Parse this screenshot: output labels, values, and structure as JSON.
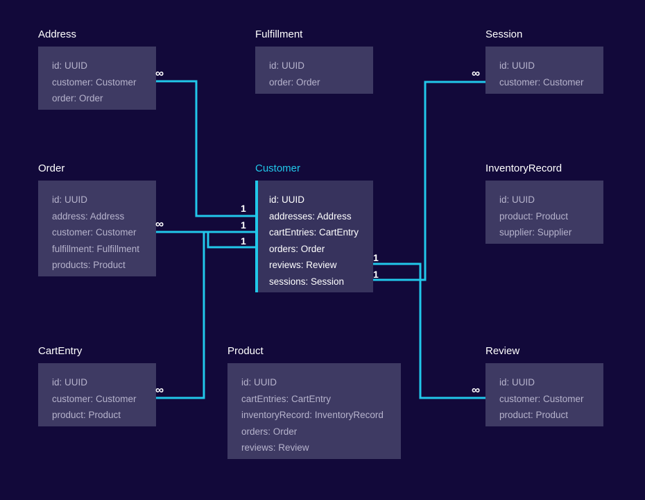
{
  "diagram": {
    "entities": {
      "address": {
        "title": "Address",
        "fields": [
          "id: UUID",
          "customer: Customer",
          "order: Order"
        ]
      },
      "fulfillment": {
        "title": "Fulfillment",
        "fields": [
          "id: UUID",
          "order: Order"
        ]
      },
      "session": {
        "title": "Session",
        "fields": [
          "id: UUID",
          "customer: Customer"
        ]
      },
      "order": {
        "title": "Order",
        "fields": [
          "id: UUID",
          "address: Address",
          "customer: Customer",
          "fulfillment: Fulfillment",
          "products: Product"
        ]
      },
      "customer": {
        "title": "Customer",
        "fields": [
          "id: UUID",
          "addresses: Address",
          "cartEntries: CartEntry",
          "orders: Order",
          "reviews: Review",
          "sessions: Session"
        ]
      },
      "inventory_record": {
        "title": "InventoryRecord",
        "fields": [
          "id: UUID",
          "product: Product",
          "supplier: Supplier"
        ]
      },
      "cart_entry": {
        "title": "CartEntry",
        "fields": [
          "id: UUID",
          "customer: Customer",
          "product: Product"
        ]
      },
      "product": {
        "title": "Product",
        "fields": [
          "id: UUID",
          "cartEntries: CartEntry",
          "inventoryRecord: InventoryRecord",
          "orders: Order",
          "reviews: Review"
        ]
      },
      "review": {
        "title": "Review",
        "fields": [
          "id: UUID",
          "customer: Customer",
          "product: Product"
        ]
      }
    },
    "relationships": [
      {
        "from": "Customer.addresses",
        "to": "Address",
        "from_cardinality": "1",
        "to_cardinality": "∞"
      },
      {
        "from": "Customer.cartEntries",
        "to": "CartEntry",
        "from_cardinality": "1",
        "to_cardinality": "∞"
      },
      {
        "from": "Customer.orders",
        "to": "Order",
        "from_cardinality": "1",
        "to_cardinality": "∞"
      },
      {
        "from": "Customer.reviews",
        "to": "Review",
        "from_cardinality": "1",
        "to_cardinality": "∞"
      },
      {
        "from": "Customer.sessions",
        "to": "Session",
        "from_cardinality": "1",
        "to_cardinality": "∞"
      }
    ],
    "colors": {
      "background": "#12093a",
      "card": "#3e3a63",
      "accent": "#21c8ea",
      "field_text": "#b6b3cc",
      "title_text": "#ffffff"
    }
  }
}
